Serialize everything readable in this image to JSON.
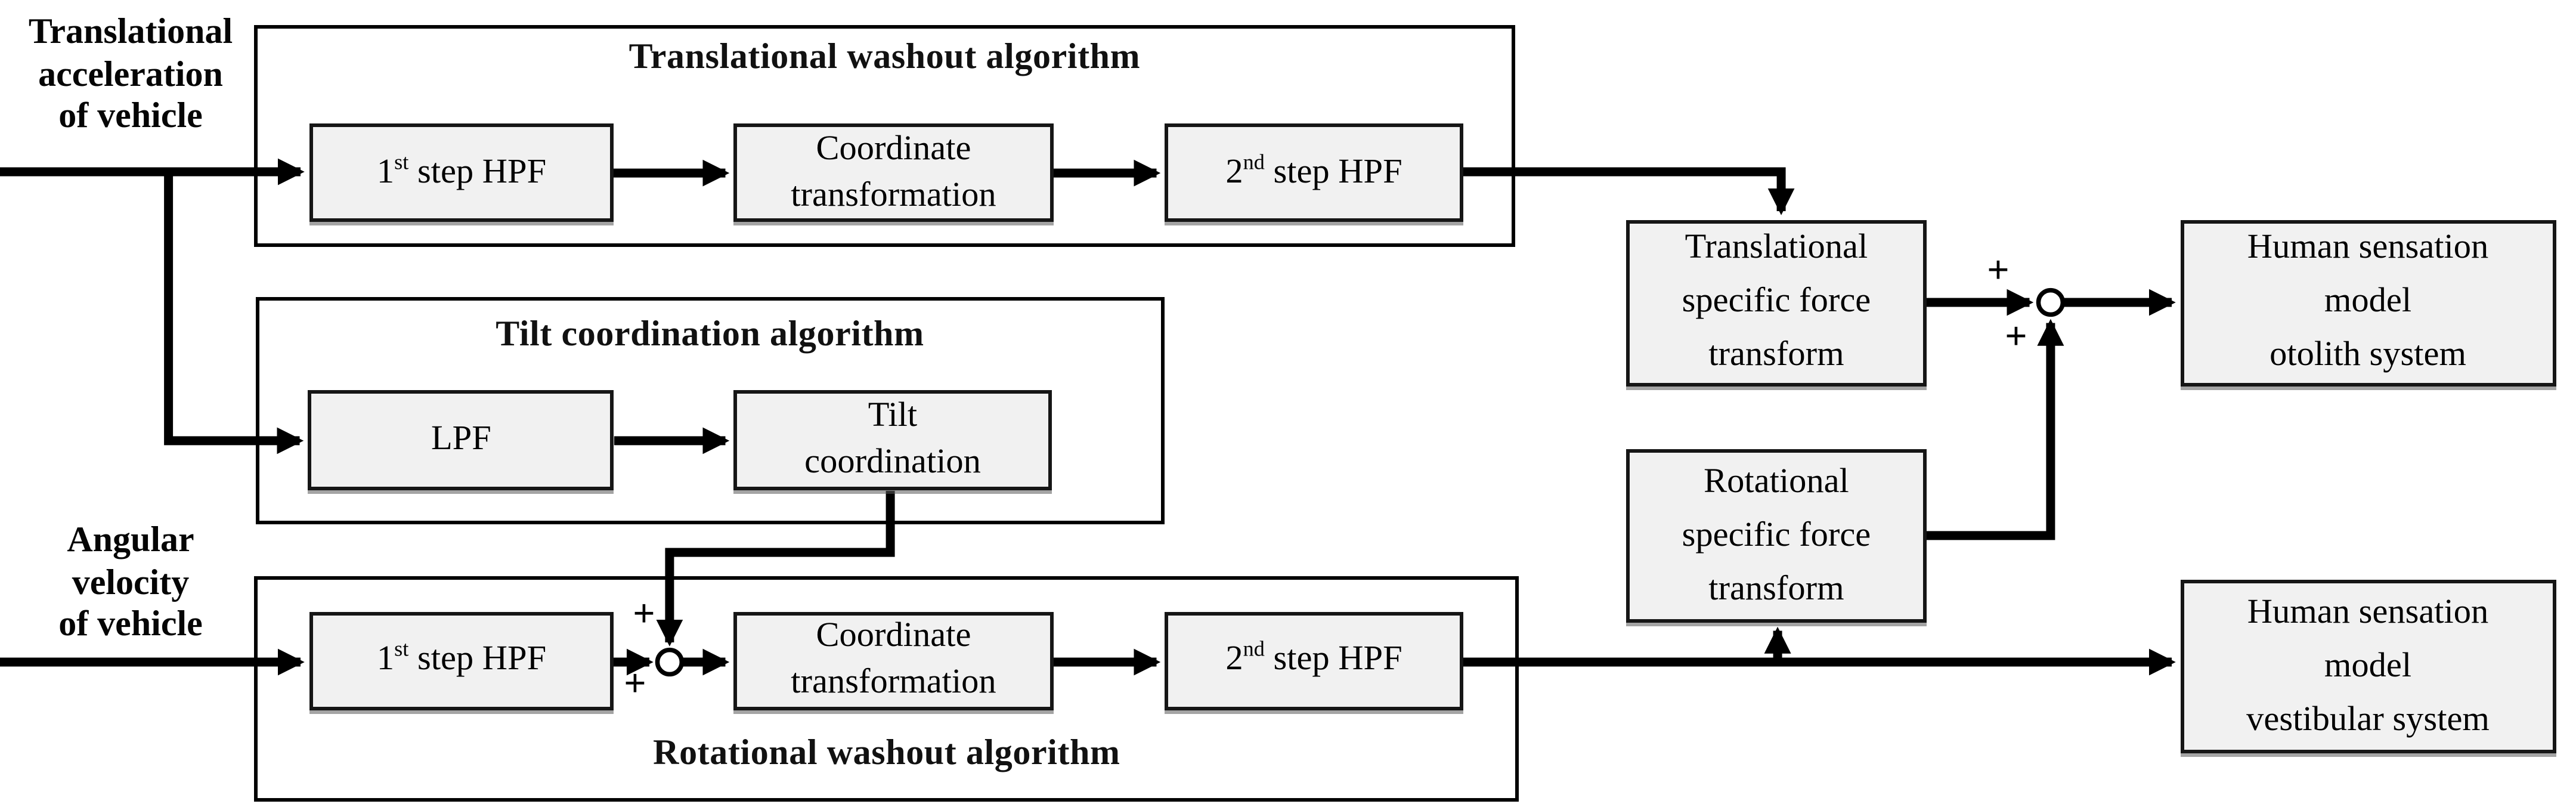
{
  "labels": {
    "input_translational": {
      "line1": "Translational",
      "line2": "acceleration",
      "line3": "of vehicle"
    },
    "input_angular": {
      "line1": "Angular",
      "line2": "velocity",
      "line3": "of vehicle"
    },
    "plus": "+"
  },
  "containers": {
    "translational": {
      "title": "Translational washout algorithm"
    },
    "tilt": {
      "title": "Tilt coordination algorithm"
    },
    "rotational": {
      "title": "Rotational washout algorithm"
    }
  },
  "blocks": {
    "t_hpf1": {
      "prefix": "1",
      "sup": "st",
      "rest": " step HPF"
    },
    "t_coord": {
      "line1": "Coordinate",
      "line2": "transformation"
    },
    "t_hpf2": {
      "prefix": "2",
      "sup": "nd",
      "rest": " step HPF"
    },
    "lpf": {
      "label": "LPF"
    },
    "tilt_coord": {
      "line1": "Tilt",
      "line2": "coordination"
    },
    "r_hpf1": {
      "prefix": "1",
      "sup": "st",
      "rest": " step HPF"
    },
    "r_coord": {
      "line1": "Coordinate",
      "line2": "transformation"
    },
    "r_hpf2": {
      "prefix": "2",
      "sup": "nd",
      "rest": " step HPF"
    },
    "t_sf": {
      "line1": "Translational",
      "line2": "specific force",
      "line3": "transform"
    },
    "r_sf": {
      "line1": "Rotational",
      "line2": "specific force",
      "line3": "transform"
    },
    "otolith": {
      "line1": "Human sensation",
      "line2": "model",
      "line3": "otolith system"
    },
    "vestibular": {
      "line1": "Human sensation",
      "line2": "model",
      "line3": "vestibular system"
    }
  },
  "colors": {
    "line": "#000000",
    "block_fill": "#f1f1f1",
    "background": "#ffffff"
  }
}
